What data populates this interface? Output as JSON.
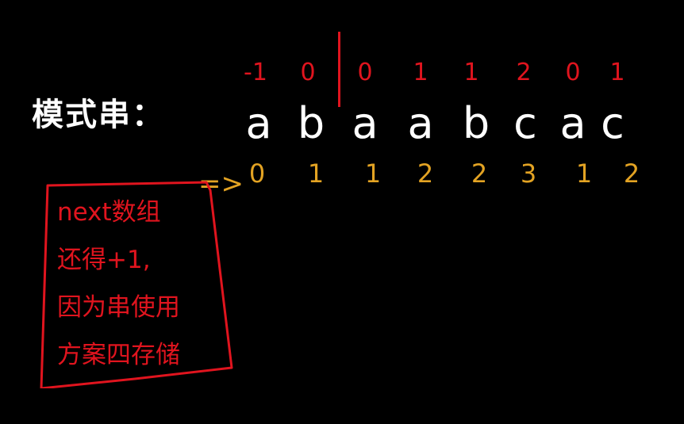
{
  "label": "模式串：",
  "top_values": [
    "-1",
    "0",
    "0",
    "1",
    "1",
    "2",
    "0",
    "1"
  ],
  "pattern": [
    "a",
    "b",
    "a",
    "a",
    "b",
    "c",
    "a",
    "c"
  ],
  "next_values": [
    "0",
    "1",
    "1",
    "2",
    "2",
    "3",
    "1",
    "2"
  ],
  "arrow": "=>",
  "note": {
    "lines": [
      "next数组",
      "还得+1,",
      "因为串使用",
      "方案四存储"
    ]
  },
  "colors": {
    "background": "#000000",
    "pattern_text": "#ffffff",
    "annotation_red": "#e0141e",
    "next_orange": "#e3a323"
  }
}
